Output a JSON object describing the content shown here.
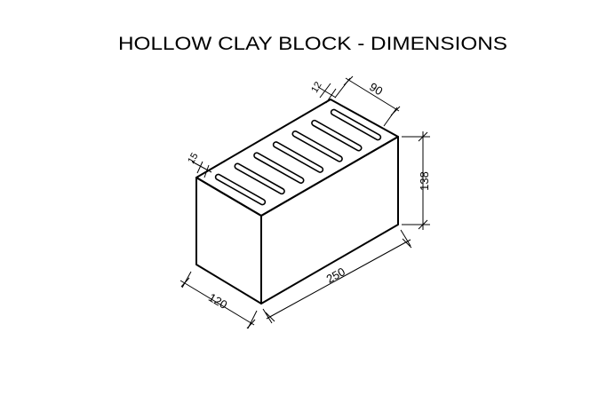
{
  "title": "HOLLOW CLAY  BLOCK - DIMENSIONS",
  "dimensions": {
    "length": "250",
    "width": "120",
    "height": "138",
    "slot_length": "90",
    "slot_gap": "12",
    "edge_offset": "15"
  },
  "slot_count": 7
}
